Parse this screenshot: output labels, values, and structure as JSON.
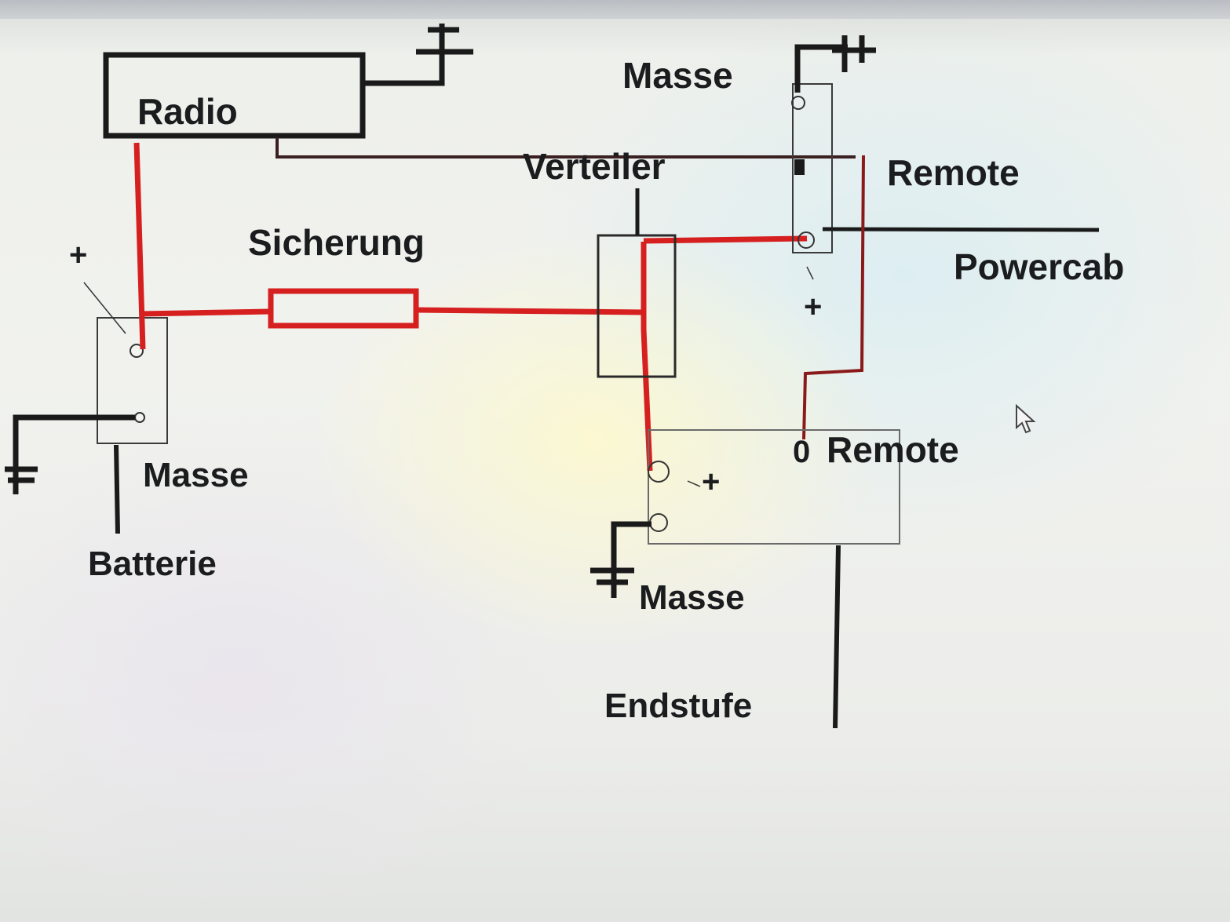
{
  "diagram": {
    "labels": {
      "radio": "Radio",
      "verteiler": "Verteiler",
      "sicherung": "Sicherung",
      "remote_top": "Remote",
      "powercab": "Powercab",
      "masse_top": "Masse",
      "plus_battery": "+",
      "plus_powercab": "+",
      "plus_endstufe": "+",
      "masse_battery": "Masse",
      "batterie": "Batterie",
      "remote_endstufe": "Remote",
      "remote_terminal": "0",
      "masse_endstufe": "Masse",
      "endstufe": "Endstufe"
    },
    "colors": {
      "power_wire": "#d62020",
      "signal_wire": "#1a1a1a",
      "component_outline": "#2a2a2a"
    }
  }
}
